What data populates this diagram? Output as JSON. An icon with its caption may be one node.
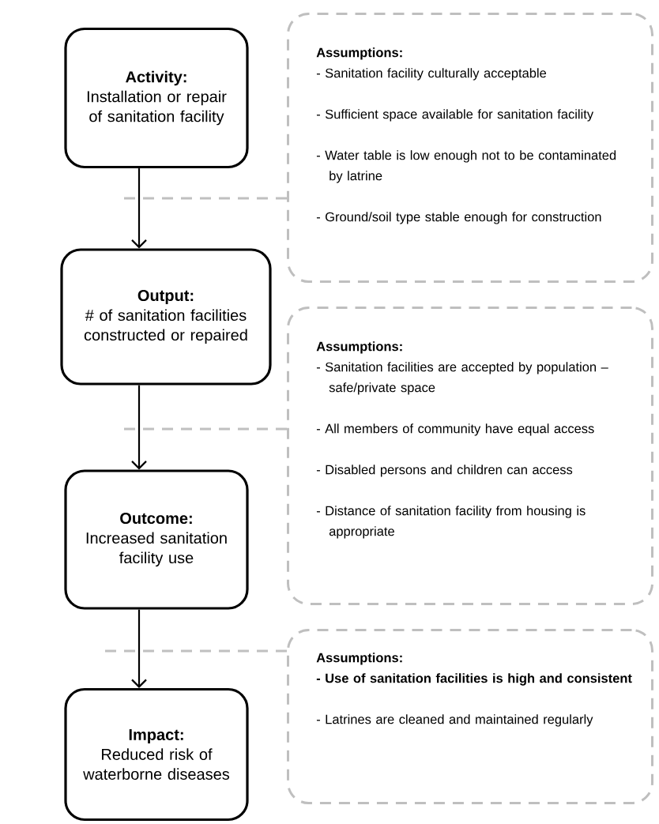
{
  "diagram": {
    "nodes": [
      {
        "text": [
          "Activity:",
          "Installation or repair of sanitation facility"
        ]
      },
      {
        "text": [
          "Output:",
          "# of sanitation facilities constructed or repaired"
        ]
      },
      {
        "text": [
          "Outcome:",
          "Increased sanitation facility use"
        ]
      },
      {
        "text": [
          "Impact:",
          "Reduced risk of waterborne diseases"
        ]
      },
      {
        "text": [
          "Assumptions:",
          "- Sanitation facility culturally acceptable",
          "- Sufficient space available for sanitation facility",
          "- Water table is low enough not to be contaminated by latrine",
          "- Ground/soil type stable enough for construction"
        ]
      },
      {
        "text": [
          "Assumptions:",
          "- Sanitation facilities are accepted by population – safe/private space",
          "- All members of community have equal access",
          "- Disabled persons and children can access",
          "- Distance of sanitation facility from housing is appropriate"
        ]
      },
      {
        "text": [
          "Assumptions:",
          "**- Use of sanitation facilities is high and consistent**",
          "- Latrines are cleaned and maintained regularly"
        ]
      }
    ],
    "edges": [
      {
        "from": 0,
        "to": 1,
        "arrow": "to"
      },
      {
        "from": 1,
        "to": 2,
        "arrow": "to"
      },
      {
        "from": 2,
        "to": 3,
        "arrow": "to"
      },
      {
        "from": 4,
        "to": null,
        "arrow": "none",
        "style": "dashed",
        "color": "#c0c0c0"
      },
      {
        "from": 5,
        "to": null,
        "arrow": "none",
        "style": "dashed",
        "color": "#c0c0c0"
      },
      {
        "from": 6,
        "to": null,
        "arrow": "none",
        "style": "dashed",
        "color": "#c0c0c0"
      }
    ]
  }
}
